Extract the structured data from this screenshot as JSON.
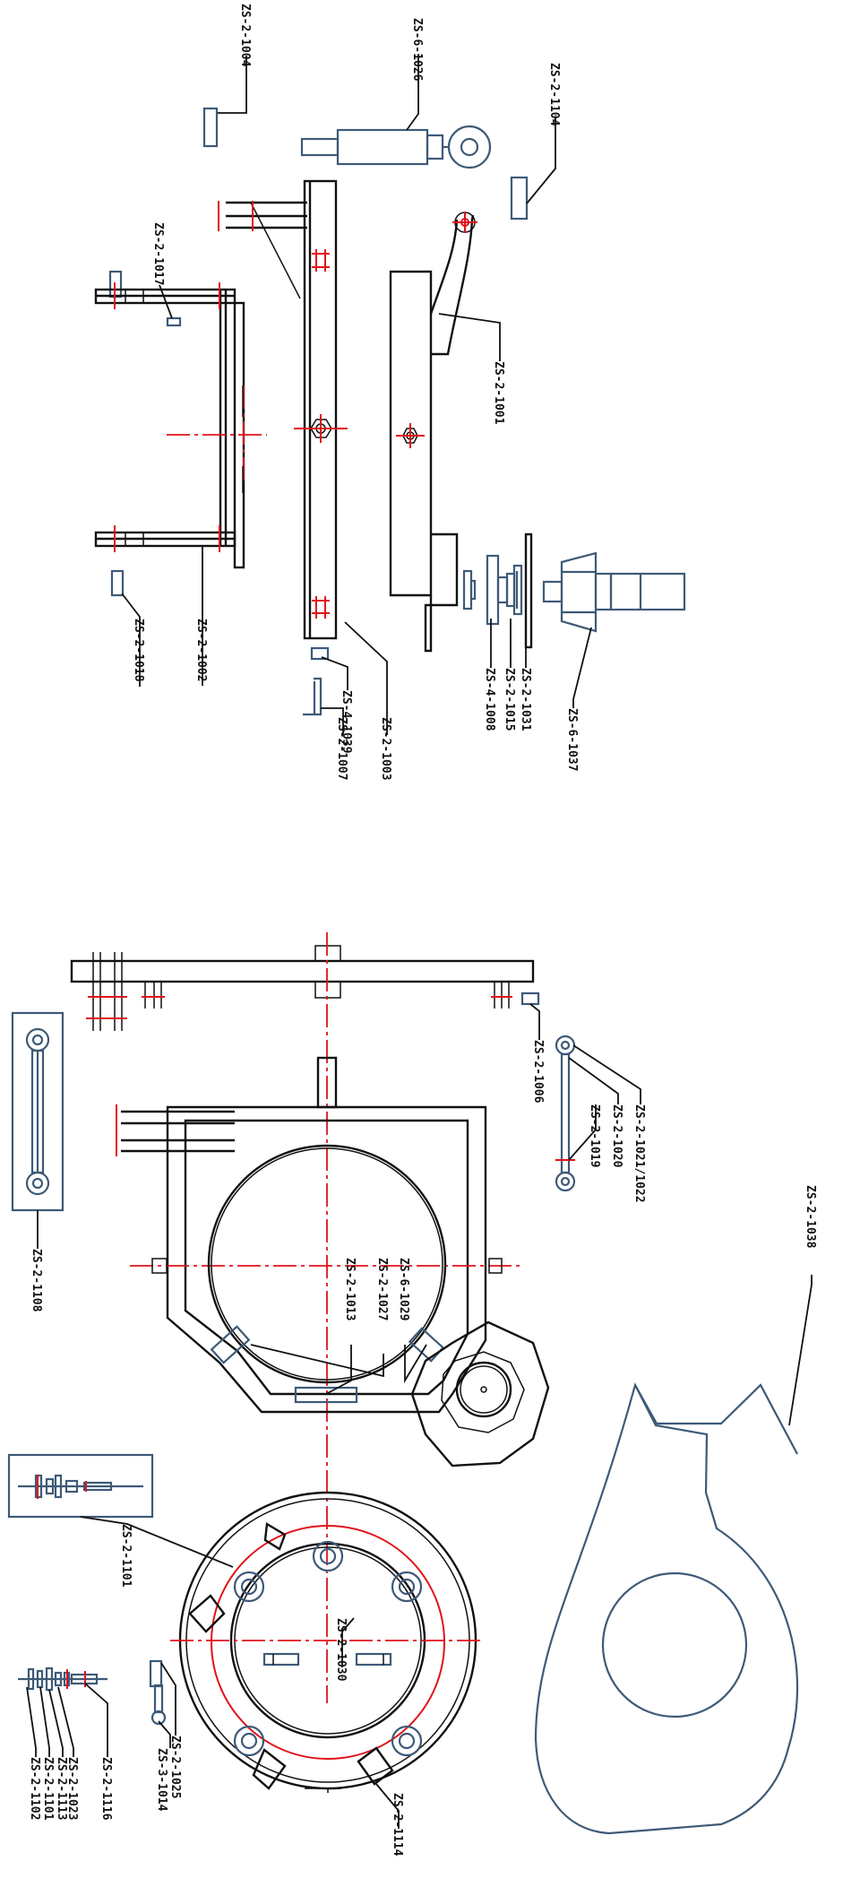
{
  "colors": {
    "line": "#111111",
    "part_outline": "#3d5a78",
    "center_line": "#e0131b",
    "background": "#ffffff"
  },
  "labels": {
    "l1004": "ZS-2-1004",
    "l1026": "ZS-6-1026",
    "l1104": "ZS-2-1104",
    "l1017": "ZS-2-1017",
    "l1001": "ZS-2-1001",
    "l1018": "ZS-2-1018",
    "l1002": "ZS-2-1002",
    "l1007": "ZS-2-1007",
    "l1039": "ZS-4-1039",
    "l1003": "ZS-2-1003",
    "l1008": "ZS-4-1008",
    "l1015": "ZS-2-1015",
    "l1031": "ZS-2-1031",
    "l1037": "ZS-6-1037",
    "l1006": "ZS-2-1006",
    "l1021": "ZS-2-1021/1022",
    "l1020": "ZS-2-1020",
    "l1019": "ZS-2-1019",
    "l1108": "ZS-2-1108",
    "l1013": "ZS-2-1013",
    "l1027": "ZS-2-1027",
    "l1029": "ZS-6-1029",
    "l1038": "ZS-2-1038",
    "l1101": "ZS-2-1101",
    "l1030": "ZS-2-1030",
    "l1102": "ZS-2-1102",
    "l1101b": "ZS-2-1101",
    "l1113": "ZS-2-1113",
    "l1023": "ZS-2-1023",
    "l1116": "ZS-2-1116",
    "l1025": "ZS-2-1025",
    "l1014": "ZS-3-1014",
    "l1114": "ZS-2-1114"
  }
}
